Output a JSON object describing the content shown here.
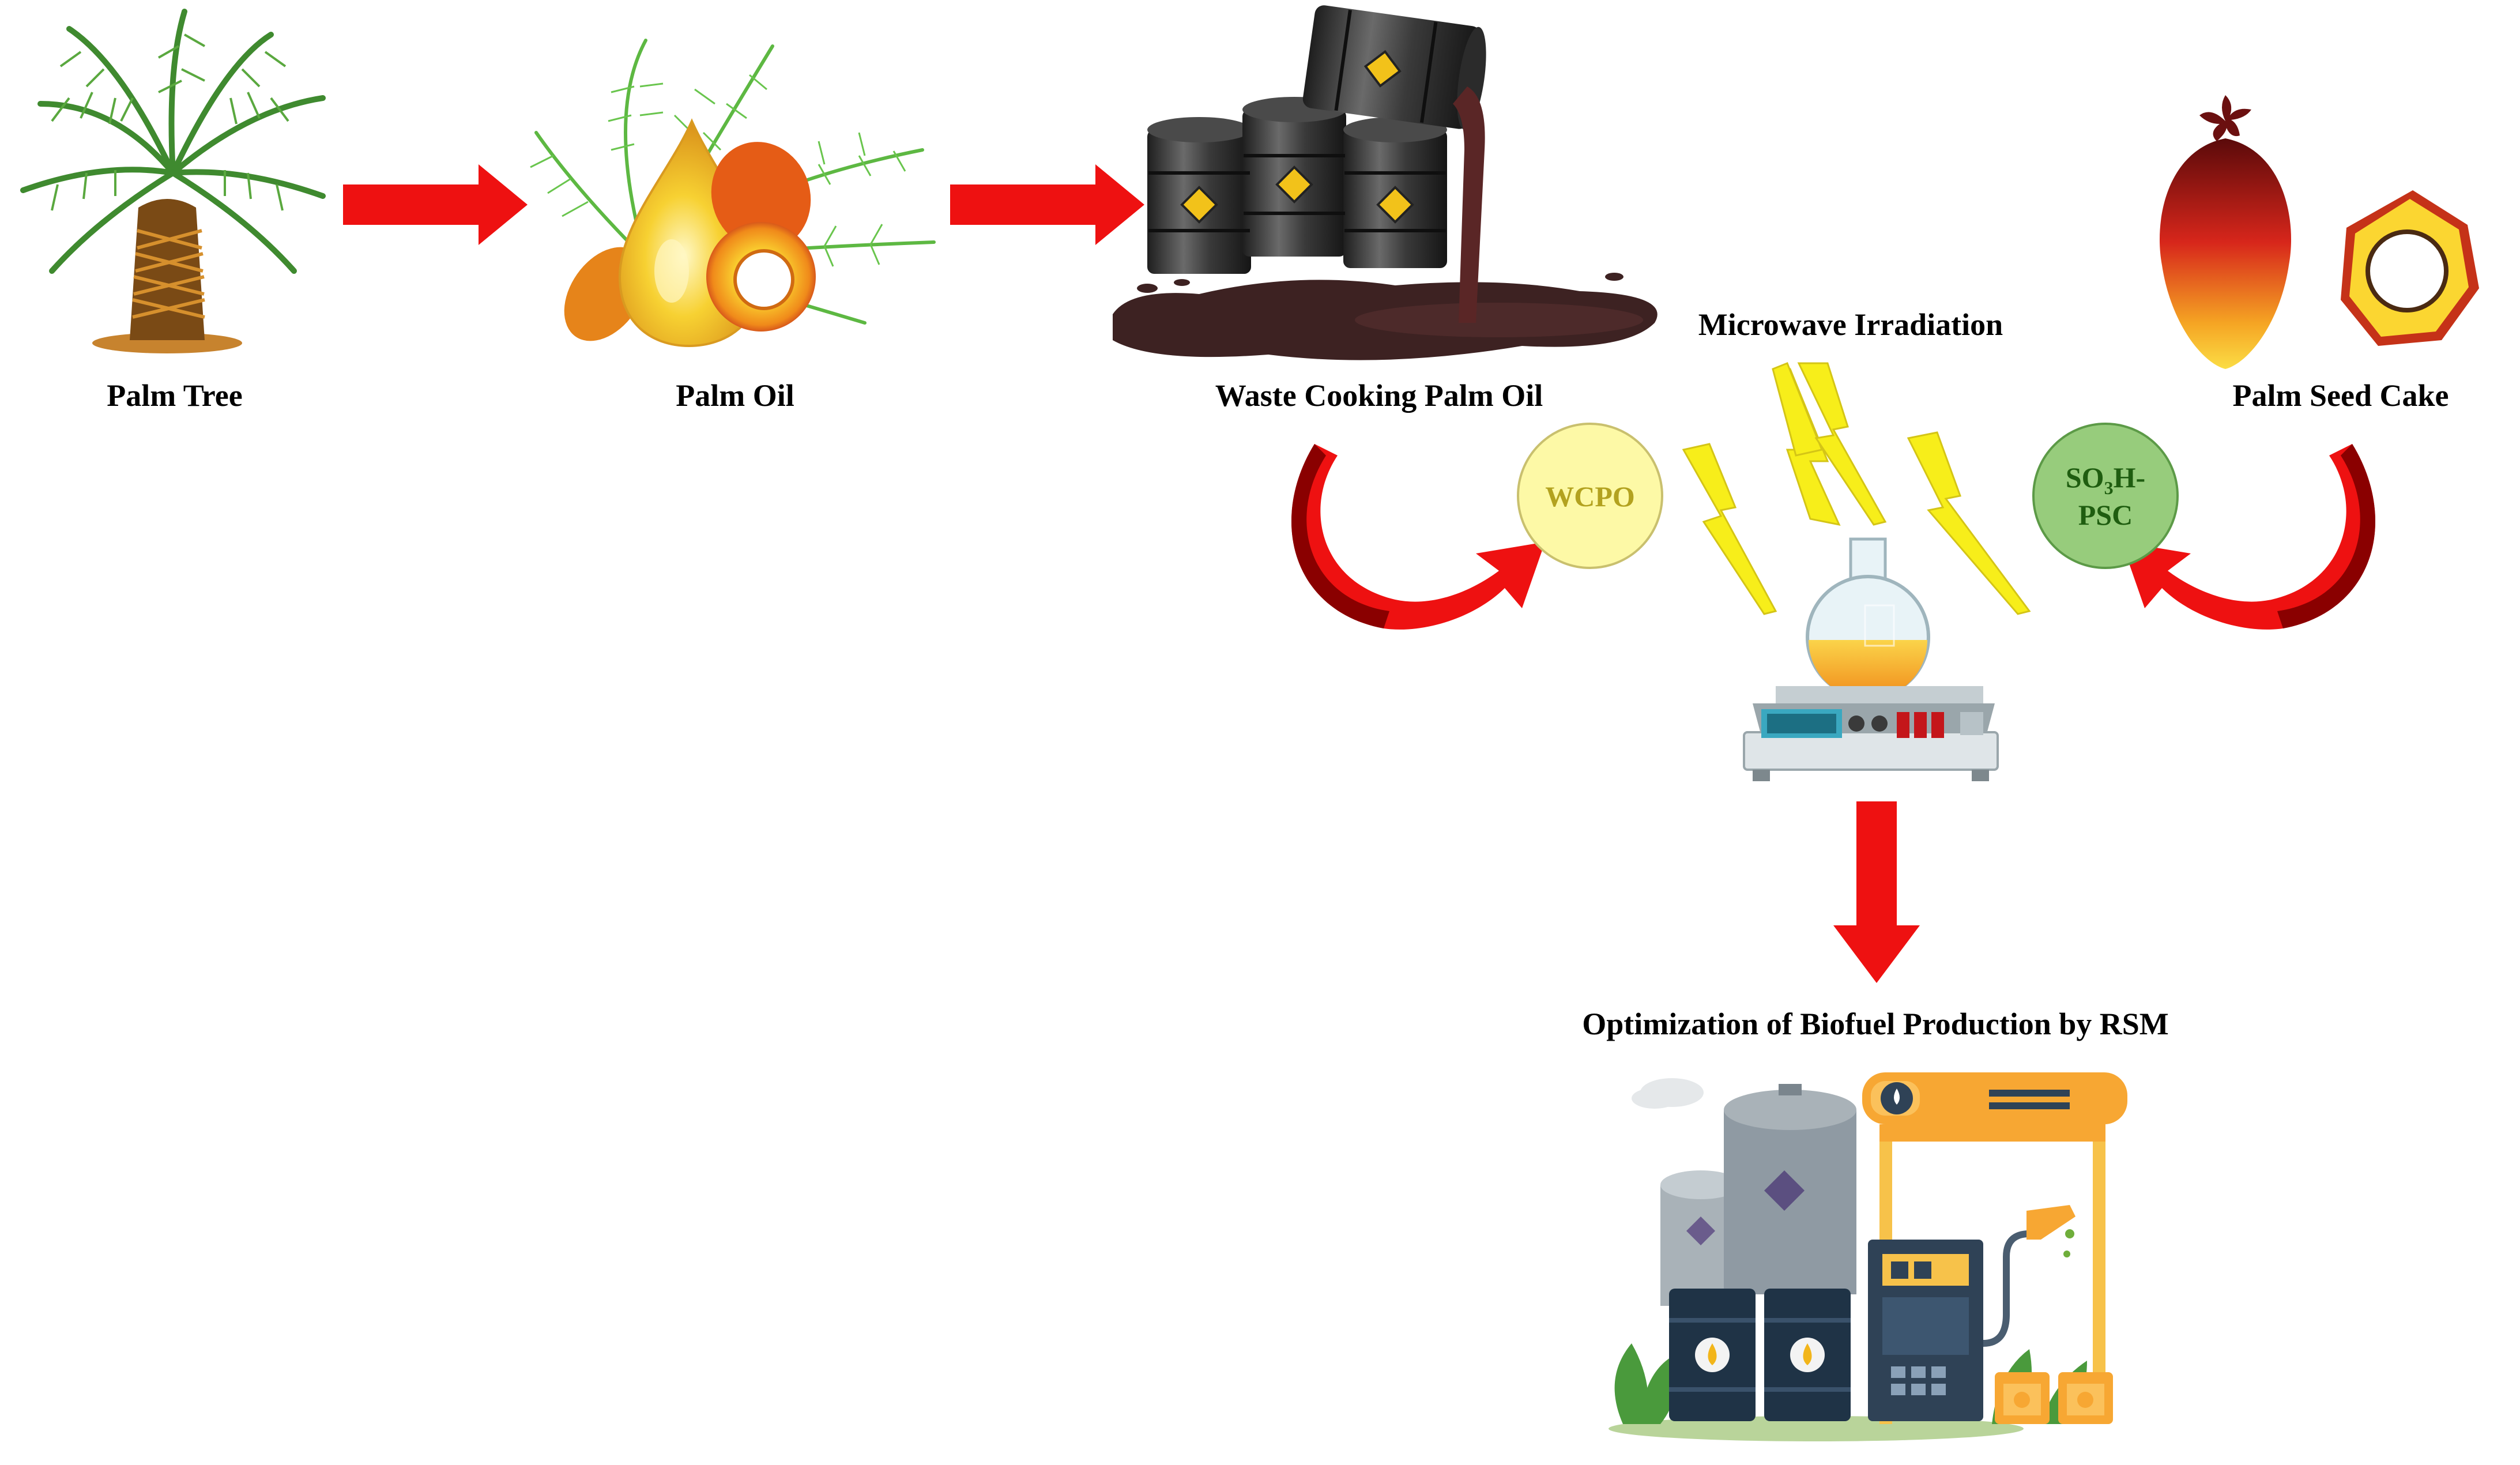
{
  "labels": {
    "palm_tree": "Palm Tree",
    "palm_oil": "Palm Oil",
    "waste_cooking_palm_oil": "Waste Cooking Palm Oil",
    "microwave_irradiation": "Microwave Irradiation",
    "palm_seed_cake": "Palm Seed Cake",
    "optimization": "Optimization of Biofuel Production by RSM"
  },
  "circles": {
    "wcpo": {
      "text": "WCPO"
    },
    "catalyst": {
      "line1_main": "SO",
      "line1_sub": "3",
      "line1_tail": "H-",
      "line2": "PSC"
    }
  },
  "colors": {
    "arrow_red": "#ee1111",
    "arrow_dark_red": "#8a0000",
    "wcpo_fill": "#fdf9a6",
    "wcpo_text": "#b3a21f",
    "catalyst_fill": "#97cc7c",
    "catalyst_text": "#1f5d10",
    "lightning": "#f7ee1a"
  },
  "icons": {
    "palm_tree": "palm-tree-icon",
    "palm_oil": "oil-drop-palm-fruit-icon",
    "waste_oil": "oil-barrels-spill-icon",
    "palm_seed": "palm-seed-icon",
    "microwave": "lightning-bolt-icon",
    "reactor": "flask-hotplate-icon",
    "biofuel": "fuel-station-icon"
  }
}
